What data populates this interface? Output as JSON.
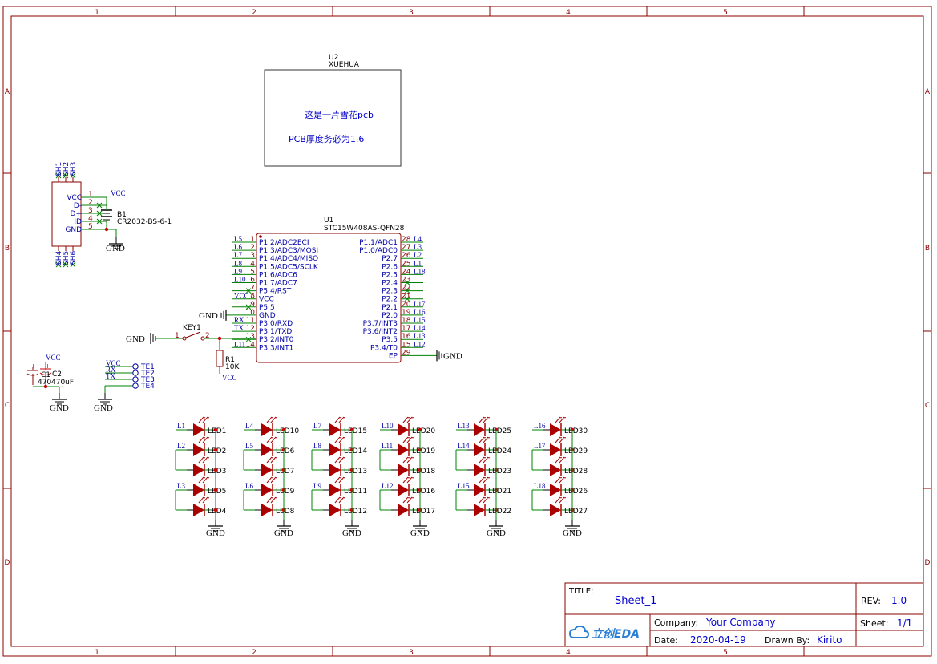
{
  "colors": {
    "frame": "#8b0000",
    "wire": "#008000",
    "text_blue": "#0000a8",
    "red": "#cc0000",
    "body": "#8b0000",
    "led": "#aa0000"
  },
  "zones": {
    "cols": [
      "1",
      "2",
      "3",
      "4",
      "5"
    ],
    "rows": [
      "A",
      "B",
      "C",
      "D"
    ]
  },
  "u2": {
    "designator": "U2",
    "value": "XUEHUA",
    "note1": "这是一片雪花pcb",
    "note2": "PCB厚度务必为1.6"
  },
  "usb": {
    "top_pins": [
      "SH1",
      "SH2",
      "SH3"
    ],
    "bottom_pins": [
      "SH4",
      "SH5",
      "SH6"
    ],
    "pins": [
      {
        "name": "VCC",
        "num": "1"
      },
      {
        "name": "D-",
        "num": "2"
      },
      {
        "name": "D+",
        "num": "3"
      },
      {
        "name": "ID",
        "num": "4"
      },
      {
        "name": "GND",
        "num": "5"
      }
    ],
    "vcc": "VCC",
    "gnd": "GND"
  },
  "battery": {
    "designator": "B1",
    "value": "CR2032-BS-6-1"
  },
  "u1": {
    "designator": "U1",
    "value": "STC15W408AS-QFN28",
    "left": [
      {
        "net": "L5",
        "num": "1",
        "name": "P1.2/ADC2ECI"
      },
      {
        "net": "L6",
        "num": "2",
        "name": "P1.3/ADC3/MOSI"
      },
      {
        "net": "L7",
        "num": "3",
        "name": "P1.4/ADC4/MISO"
      },
      {
        "net": "L8",
        "num": "4",
        "name": "P1.5/ADC5/SCLK"
      },
      {
        "net": "L9",
        "num": "5",
        "name": "P1.6/ADC6"
      },
      {
        "net": "L10",
        "num": "6",
        "name": "P1.7/ADC7"
      },
      {
        "net": "",
        "num": "7",
        "name": "P5.4/RST"
      },
      {
        "net": "VCC",
        "num": "8",
        "name": "VCC"
      },
      {
        "net": "",
        "num": "9",
        "name": "P5.5"
      },
      {
        "net": "",
        "num": "10",
        "name": "GND"
      },
      {
        "net": "RX",
        "num": "11",
        "name": "P3.0/RXD"
      },
      {
        "net": "TX",
        "num": "12",
        "name": "P3.1/TXD"
      },
      {
        "net": "",
        "num": "13",
        "name": "P3.2/INT0"
      },
      {
        "net": "L11",
        "num": "14",
        "name": "P3.3/INT1"
      }
    ],
    "right": [
      {
        "net": "L4",
        "num": "28",
        "name": "P1.1/ADC1"
      },
      {
        "net": "L3",
        "num": "27",
        "name": "P1.0/ADC0"
      },
      {
        "net": "L2",
        "num": "26",
        "name": "P2.7"
      },
      {
        "net": "L1",
        "num": "25",
        "name": "P2.6"
      },
      {
        "net": "L18",
        "num": "24",
        "name": "P2.5"
      },
      {
        "net": "",
        "num": "23",
        "name": "P2.4"
      },
      {
        "net": "",
        "num": "22",
        "name": "P2.3"
      },
      {
        "net": "",
        "num": "21",
        "name": "P2.2"
      },
      {
        "net": "L17",
        "num": "20",
        "name": "P2.1"
      },
      {
        "net": "L16",
        "num": "19",
        "name": "P2.0"
      },
      {
        "net": "L15",
        "num": "18",
        "name": "P3.7/INT3"
      },
      {
        "net": "L14",
        "num": "17",
        "name": "P3.6/INT2"
      },
      {
        "net": "L13",
        "num": "16",
        "name": "P3.5"
      },
      {
        "net": "L12",
        "num": "15",
        "name": "P3.4/T0"
      },
      {
        "net": "",
        "num": "29",
        "name": "EP"
      }
    ],
    "gnd": "GND",
    "ep_gnd": "GND"
  },
  "key": {
    "designator": "KEY1",
    "pin1": "1",
    "pin2": "2",
    "gnd": "GND"
  },
  "r1": {
    "designator": "R1",
    "value": "10K",
    "vcc": "VCC"
  },
  "c2": {
    "designator": "C2",
    "d2": "C1",
    "value": "470uF",
    "value2": "470",
    "vcc": "VCC",
    "gnd": "GND",
    "plus": "+"
  },
  "te": {
    "items": [
      {
        "net": "VCC",
        "name": "TE1"
      },
      {
        "net": "RX",
        "name": "TE2"
      },
      {
        "net": "TX",
        "name": "TE3"
      },
      {
        "net": "",
        "name": "TE4"
      }
    ],
    "gnd": "GND"
  },
  "leds": {
    "groups": [
      {
        "nets": [
          "L1",
          "L2",
          "L3"
        ],
        "leds": [
          "LED1",
          "LED2",
          "LED3",
          "LED5",
          "LED4"
        ]
      },
      {
        "nets": [
          "L4",
          "L5",
          "L6"
        ],
        "leds": [
          "LED10",
          "LED6",
          "LED7",
          "LED9",
          "LED8"
        ]
      },
      {
        "nets": [
          "L7",
          "L8",
          "L9"
        ],
        "leds": [
          "LED15",
          "LED14",
          "LED13",
          "LED11",
          "LED12"
        ]
      },
      {
        "nets": [
          "L10",
          "L11",
          "L12"
        ],
        "leds": [
          "LED20",
          "LED19",
          "LED18",
          "LED16",
          "LED17"
        ]
      },
      {
        "nets": [
          "L13",
          "L14",
          "L15"
        ],
        "leds": [
          "LED25",
          "LED24",
          "LED23",
          "LED21",
          "LED22"
        ]
      },
      {
        "nets": [
          "L16",
          "L17",
          "L18"
        ],
        "leds": [
          "LED30",
          "LED29",
          "LED28",
          "LED26",
          "LED27"
        ]
      }
    ],
    "gnd": "GND"
  },
  "titleblock": {
    "title_label": "TITLE:",
    "title": "Sheet_1",
    "rev_label": "REV:",
    "rev": "1.0",
    "logo": "立创EDA",
    "company_label": "Company:",
    "company": "Your Company",
    "sheet_label": "Sheet:",
    "sheet": "1/1",
    "date_label": "Date:",
    "date": "2020-04-19",
    "drawn_label": "Drawn By:",
    "drawn": "Kirito"
  }
}
